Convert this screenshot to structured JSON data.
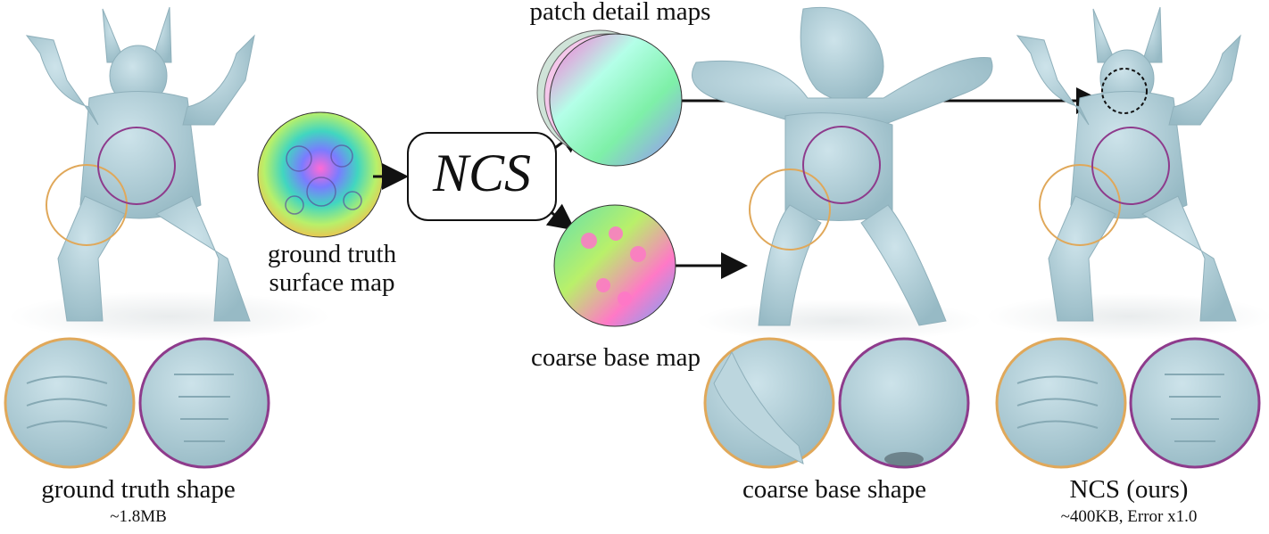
{
  "labels": {
    "ground_truth_map": "ground truth surface map",
    "ncs_box": "NCS",
    "patch_maps": "patch detail maps",
    "coarse_base_map": "coarse base map",
    "ground_truth_shape": "ground truth shape",
    "ground_truth_size": "~1.8MB",
    "coarse_base_shape": "coarse base shape",
    "ncs_ours": "NCS (ours)",
    "ncs_ours_stats": "~400KB, Error x1.0"
  },
  "colors": {
    "mesh": "#b7d3db",
    "mesh_shadow": "#8eb1bc",
    "ring_orange": "#e0a85a",
    "ring_purple": "#8e3b8c",
    "arrow": "#111111"
  }
}
